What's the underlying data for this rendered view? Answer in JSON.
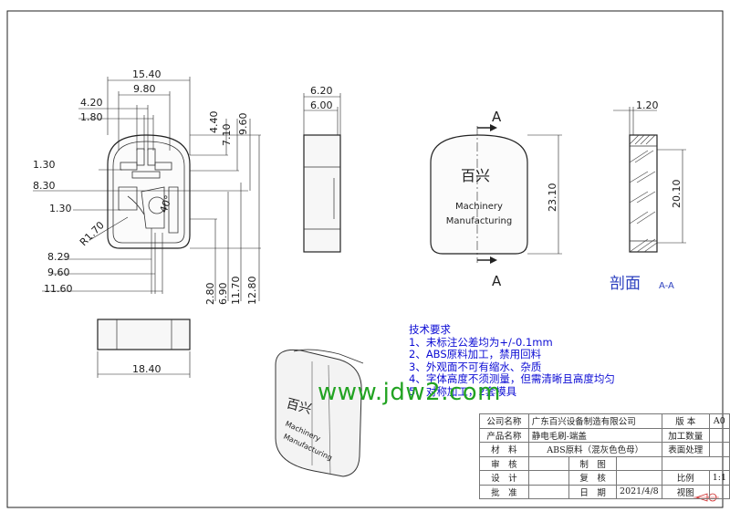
{
  "front_view_dims": {
    "width_total": "15.40",
    "width_inner": "9.80",
    "d_4_20": "4.20",
    "d_1_80": "1.80",
    "d_4_40": "4.40",
    "d_7_10": "7.10",
    "d_9_60": "9.60",
    "d_1_30_a": "1.30",
    "d_8_30": "8.30",
    "d_1_30_b": "1.30",
    "d_r1_70": "R1.70",
    "angle": "40°",
    "d_8_29": "8.29",
    "d_9_60_b": "9.60",
    "d_11_60": "11.60",
    "d_2_80": "2.80",
    "d_6_90": "6.90",
    "d_11_70": "11.70",
    "d_12_80": "12.80"
  },
  "side_view_dims": {
    "d_6_20": "6.20",
    "d_6_00": "6.00"
  },
  "bottom_view_dims": {
    "d_18_40": "18.40"
  },
  "logo_view": {
    "section_a_top": "A",
    "section_a_bottom": "A",
    "logo_chars": "百兴",
    "text_line1": "Machinery",
    "text_line2": "Manufacturing",
    "height_dim": "23.10"
  },
  "section_view": {
    "d_1_20": "1.20",
    "d_20_10": "20.10",
    "title": "剖面",
    "title_sub": "A-A"
  },
  "iso_view": {
    "logo_chars": "百兴",
    "text_line1": "Machinery",
    "text_line2": "Manufacturing"
  },
  "tech_requirements": {
    "title": "技术要求",
    "line1": "1、未标注公差均为+/-0.1mm",
    "line2": "2、ABS原料加工，禁用回料",
    "line3": "3、外观面不可有缩水、杂质",
    "line4": "4、字体高度不须测量，但需清晰且高度均匀",
    "line5": "5、对称加工，2套模具"
  },
  "watermark": "www.jdw2.com",
  "title_block": {
    "company_label": "公司名称",
    "company": "广东百兴设备制造有限公司",
    "version_label": "版 本",
    "version": "A0",
    "product_label": "产品名称",
    "product": "静电毛刷-端盖",
    "qty_label": "加工数量",
    "qty": "",
    "material_label": "材　料",
    "material": "ABS原料（混灰色色母）",
    "surface_label": "表面处理",
    "surface": "",
    "audit_label": "审　核",
    "audit": "",
    "drawing_label": "制　图",
    "drawing": "",
    "design_label": "设　计",
    "design": "",
    "review_label": "复　核",
    "review": "",
    "scale_label": "比例",
    "scale": "1:1",
    "approve_label": "批　准",
    "approve": "",
    "date_label": "日　期",
    "date": "2021/4/8",
    "view_label": "视图"
  }
}
